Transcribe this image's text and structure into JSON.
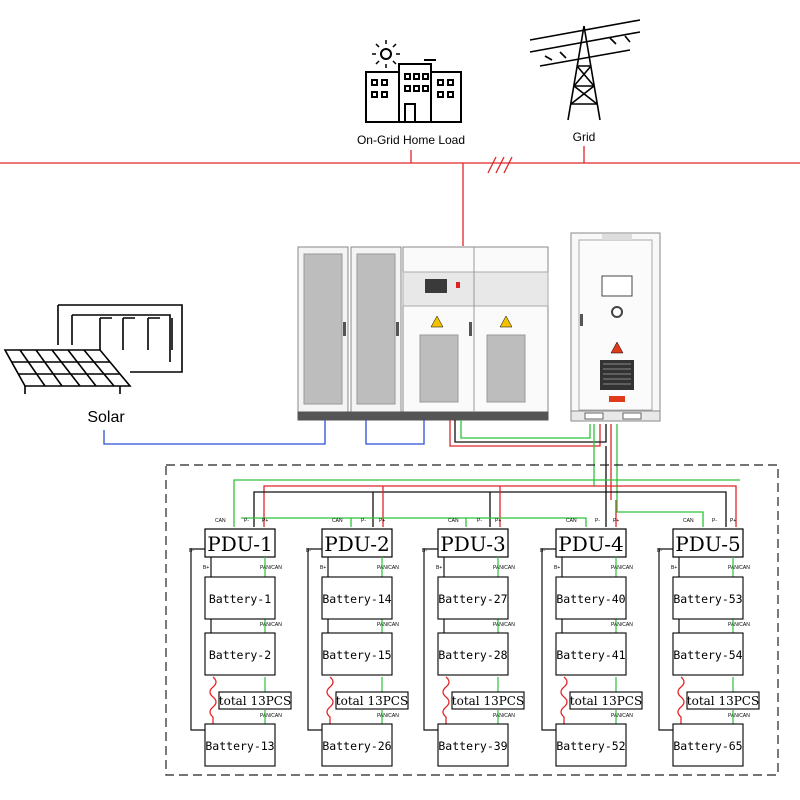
{
  "labels": {
    "home_load": "On-Grid Home Load",
    "grid": "Grid",
    "solar": "Solar"
  },
  "pdus": [
    {
      "name": "PDU-1",
      "first": "Battery-1",
      "second": "Battery-2",
      "last": "Battery-13",
      "total": "total 13PCS"
    },
    {
      "name": "PDU-2",
      "first": "Battery-14",
      "second": "Battery-15",
      "last": "Battery-26",
      "total": "total 13PCS"
    },
    {
      "name": "PDU-3",
      "first": "Battery-27",
      "second": "Battery-28",
      "last": "Battery-39",
      "total": "total 13PCS"
    },
    {
      "name": "PDU-4",
      "first": "Battery-40",
      "second": "Battery-41",
      "last": "Battery-52",
      "total": "total 13PCS"
    },
    {
      "name": "PDU-5",
      "first": "Battery-53",
      "second": "Battery-54",
      "last": "Battery-65",
      "total": "total 13PCS"
    }
  ],
  "terminals": {
    "can": "CAN",
    "p_minus": "P-",
    "p_plus": "P+",
    "b_minus": "B-",
    "b_plus": "B+",
    "pan_can": "PAN/CAN"
  },
  "colors": {
    "grid_line": "#e0262a",
    "dc_positive": "#e0262a",
    "dc_negative": "#111111",
    "comm_line": "#2fc23a",
    "solar_line": "#2b4fd8"
  }
}
